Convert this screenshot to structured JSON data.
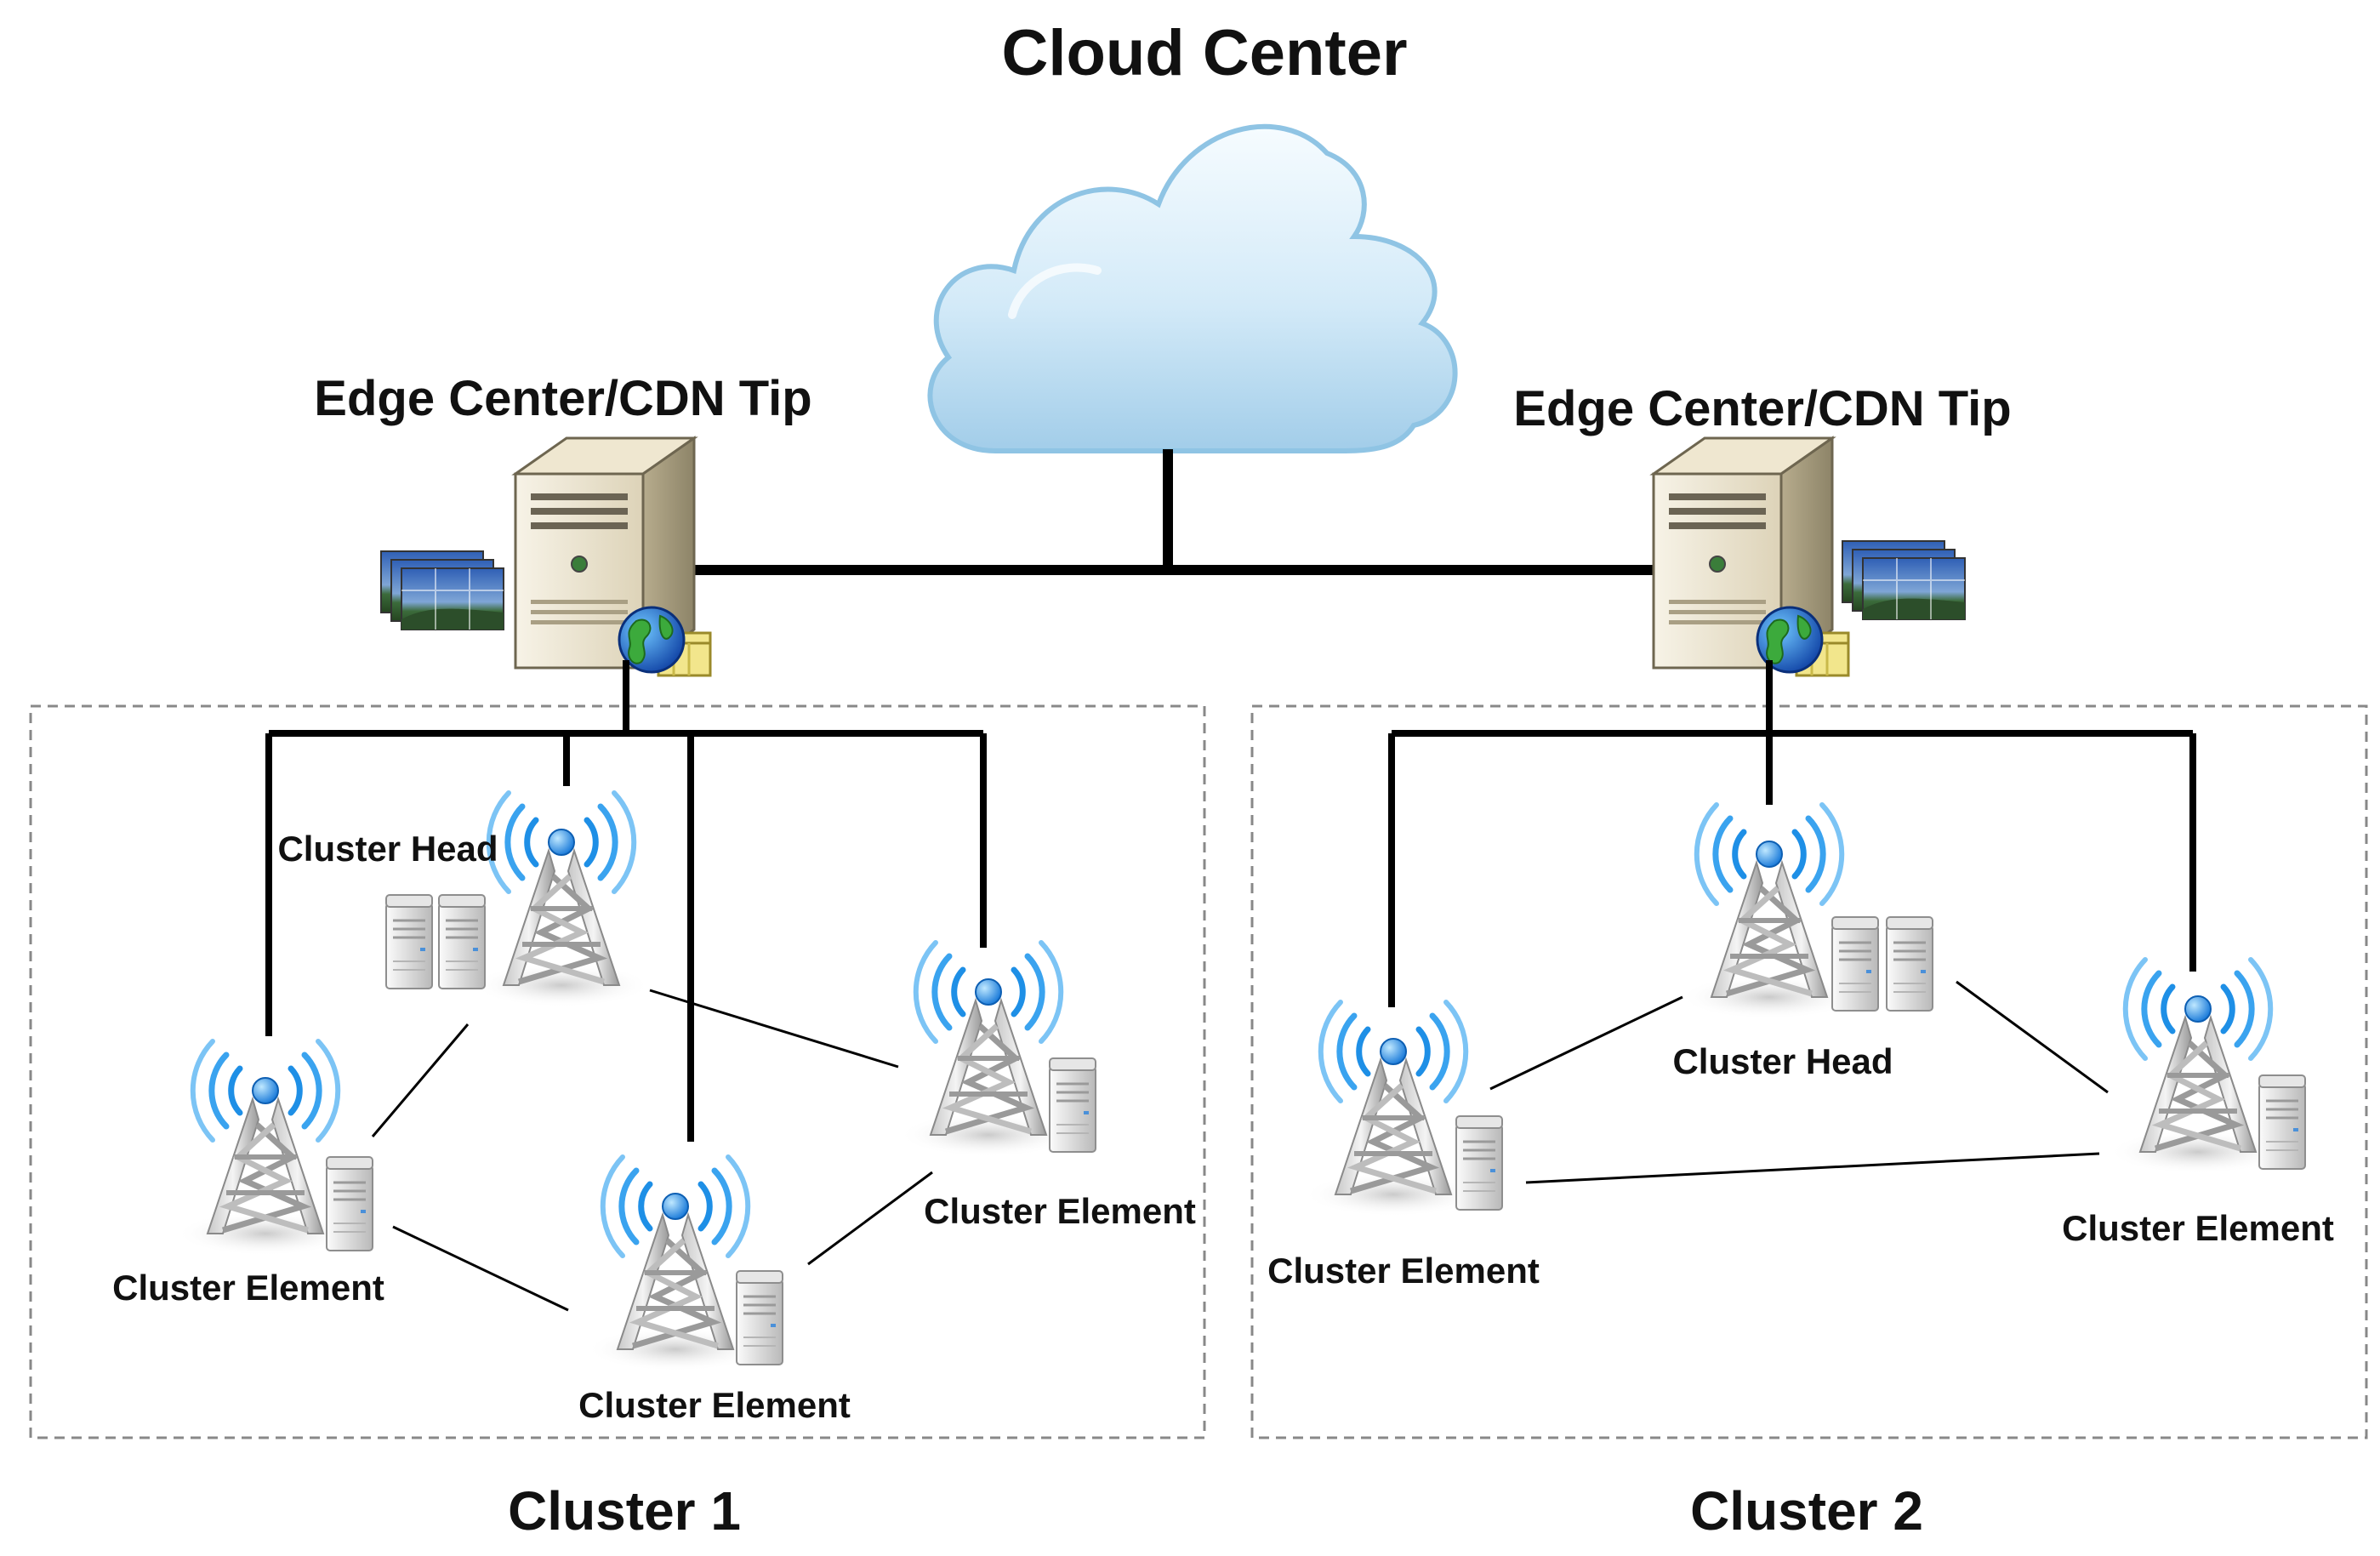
{
  "title": "Cloud Center",
  "edges": [
    {
      "id": "edge-left",
      "label": "Edge Center/CDN Tip"
    },
    {
      "id": "edge-right",
      "label": "Edge Center/CDN Tip"
    }
  ],
  "clusters": [
    {
      "label": "Cluster 1",
      "nodes": [
        {
          "role": "head",
          "label": "Cluster Head"
        },
        {
          "role": "element",
          "label": "Cluster Element"
        },
        {
          "role": "element",
          "label": "Cluster Element"
        },
        {
          "role": "element",
          "label": "Cluster Element"
        }
      ]
    },
    {
      "label": "Cluster 2",
      "nodes": [
        {
          "role": "head",
          "label": "Cluster Head"
        },
        {
          "role": "element",
          "label": "Cluster Element"
        },
        {
          "role": "element",
          "label": "Cluster Element"
        }
      ]
    }
  ],
  "colors": {
    "cloud_fill_top": "#f4fbff",
    "cloud_fill_bottom": "#a9d2ec",
    "cloud_stroke": "#8fc4e4",
    "link": "#000000",
    "cluster_border": "#888888",
    "signal": "#1e8fe6"
  },
  "icons": {
    "cloud": "cloud-icon",
    "edge_server": "server-tower-icon",
    "globe": "globe-icon",
    "media": "image-stack-icon",
    "tower": "radio-tower-icon",
    "local_server": "server-icon"
  }
}
